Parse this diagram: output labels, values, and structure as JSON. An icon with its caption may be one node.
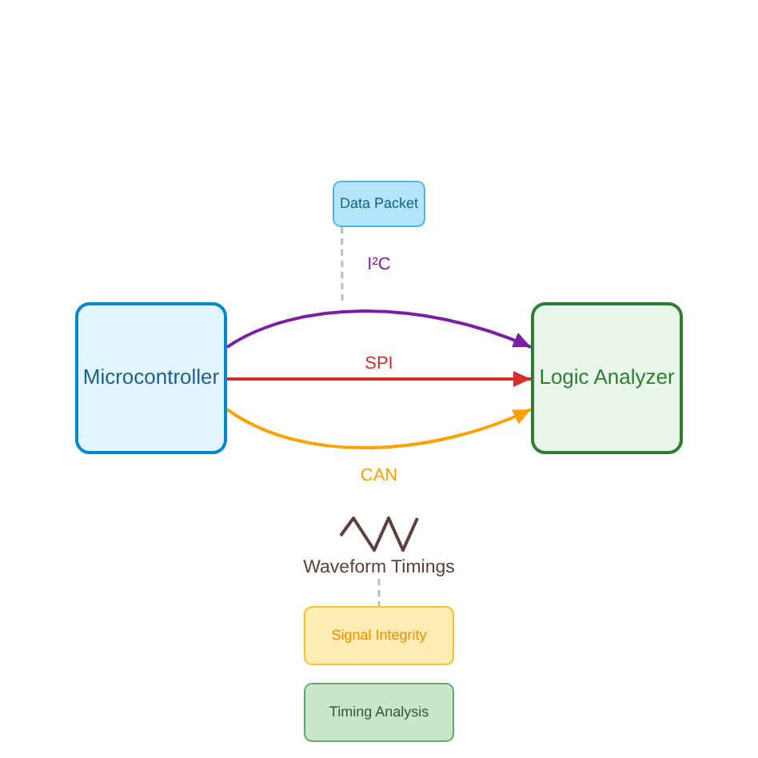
{
  "diagram": {
    "nodes": [
      {
        "text": [
          "Microcontroller"
        ]
      },
      {
        "text": [
          "Logic Analyzer"
        ]
      },
      {
        "text": [
          "Data Packet"
        ]
      },
      {
        "text": [
          "Waveform Timings"
        ]
      },
      {
        "text": [
          "Signal Integrity"
        ]
      },
      {
        "text": [
          "Timing Analysis"
        ]
      }
    ],
    "edges": [
      {
        "from": 0,
        "to": 1,
        "arrow": "to",
        "label": "I²C",
        "color": "#7b1fa2"
      },
      {
        "from": 0,
        "to": 1,
        "arrow": "to",
        "label": "SPI",
        "color": "#d32f2f"
      },
      {
        "from": 0,
        "to": 1,
        "arrow": "to",
        "label": "CAN",
        "color": "#ffa000"
      },
      {
        "from": 2,
        "to": null,
        "arrow": "none",
        "style": "dashed",
        "color": "#bdbdbd"
      },
      {
        "from": 3,
        "to": 4,
        "arrow": "none",
        "style": "dashed",
        "color": "#bdbdbd"
      }
    ]
  }
}
